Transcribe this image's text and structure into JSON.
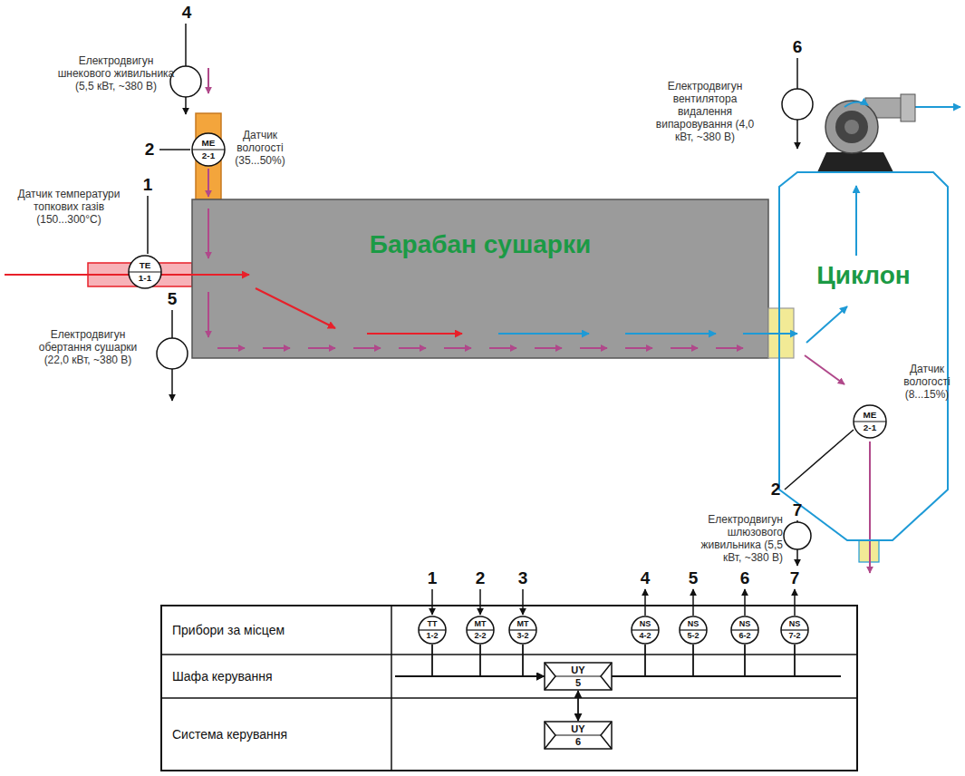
{
  "diagram": {
    "nodes": [
      {
        "text": [
          "ME",
          "2-1"
        ]
      },
      {
        "text": [
          "Барабан сушарки"
        ]
      },
      {
        "text": [
          "TE",
          "1-1"
        ]
      },
      {
        "text": [
          "Циклон"
        ]
      },
      {
        "text": [
          "ME",
          "2-1"
        ],
        "in": 3
      },
      {
        "text": [
          "TT",
          "1-2"
        ]
      },
      {
        "text": [
          "MT",
          "2-2"
        ]
      },
      {
        "text": [
          "MT",
          "3-2"
        ]
      },
      {
        "text": [
          "NS",
          "4-2"
        ]
      },
      {
        "text": [
          "NS",
          "5-2"
        ]
      },
      {
        "text": [
          "NS",
          "6-2"
        ]
      },
      {
        "text": [
          "NS",
          "7-2"
        ]
      },
      {
        "text": [
          "UY",
          "5"
        ]
      },
      {
        "text": [
          "UY",
          "6"
        ]
      }
    ],
    "edges": [
      {
        "from": 5,
        "to": 12,
        "arrow": "to"
      },
      {
        "from": 6,
        "to": 12,
        "arrow": "to"
      },
      {
        "from": 7,
        "to": 12,
        "arrow": "to"
      },
      {
        "from": 12,
        "to": 8,
        "arrow": "none"
      },
      {
        "from": 12,
        "to": 9,
        "arrow": "none"
      },
      {
        "from": 12,
        "to": 10,
        "arrow": "none"
      },
      {
        "from": 12,
        "to": 11,
        "arrow": "none"
      },
      {
        "from": 12,
        "to": 13,
        "arrow": "both"
      }
    ],
    "labels": [
      "4",
      "Електродвигун шнекового живильника (5,5 кВт, ~380 В)",
      "2",
      "Датчик вологості (35...50%)",
      "1",
      "Датчик температури топкових газів (150...300°C)",
      "5",
      "Електродвигун обертання сушарки (22,0 кВт, ~380 В)",
      "6",
      "Електродвигун вентилятора видалення випаровування (4,0 кВт, ~380 В)",
      "Датчик вологості (8...15%)",
      "2",
      "7",
      "Електродвигун шлюзового живильника (5,5 кВт, ~380 В)",
      "1",
      "2",
      "3",
      "4",
      "5",
      "6",
      "7",
      "Прибори за місцем",
      "Шафа керування",
      "Система керування"
    ]
  }
}
